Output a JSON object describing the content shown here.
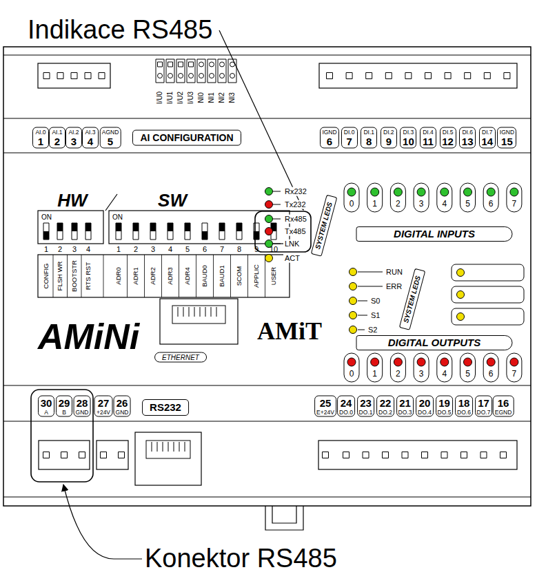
{
  "diagram": {
    "nodes": [
      {
        "text": [
          "AI.0",
          "1"
        ]
      },
      {
        "text": [
          "AI.1",
          "2"
        ]
      },
      {
        "text": [
          "AI.2",
          "3"
        ]
      },
      {
        "text": [
          "AI.3",
          "4"
        ]
      },
      {
        "text": [
          "AGND",
          "5"
        ]
      },
      {
        "text": [
          "AI CONFIGURATION"
        ]
      },
      {
        "text": [
          "IGND",
          "6"
        ]
      },
      {
        "text": [
          "DI.0",
          "7"
        ]
      },
      {
        "text": [
          "DI.1",
          "8"
        ]
      },
      {
        "text": [
          "DI.2",
          "9"
        ]
      },
      {
        "text": [
          "DI.3",
          "10"
        ]
      },
      {
        "text": [
          "DI.4",
          "11"
        ]
      },
      {
        "text": [
          "DI.5",
          "12"
        ]
      },
      {
        "text": [
          "DI.6",
          "13"
        ]
      },
      {
        "text": [
          "DI.7",
          "14"
        ]
      },
      {
        "text": [
          "IGND",
          "15"
        ]
      },
      {
        "text": [
          "SYSTEM LEDS"
        ]
      },
      {
        "text": [
          "DIGITAL INPUTS"
        ]
      },
      {
        "text": [
          "SYSTEM LEDS"
        ]
      },
      {
        "text": [
          "DIGITAL OUTPUTS"
        ]
      },
      {
        "text": [
          "ETHERNET"
        ]
      },
      {
        "text": [
          "30",
          "A"
        ]
      },
      {
        "text": [
          "29",
          "B"
        ]
      },
      {
        "text": [
          "28",
          "GND"
        ]
      },
      {
        "text": [
          "27",
          "+24V"
        ]
      },
      {
        "text": [
          "26",
          "GND"
        ]
      },
      {
        "text": [
          "RS232"
        ]
      },
      {
        "text": [
          "25",
          "E+24V"
        ]
      },
      {
        "text": [
          "24",
          "DO.0"
        ]
      },
      {
        "text": [
          "23",
          "DO.1"
        ]
      },
      {
        "text": [
          "22",
          "DO.2"
        ]
      },
      {
        "text": [
          "21",
          "DO.3"
        ]
      },
      {
        "text": [
          "20",
          "DO.4"
        ]
      },
      {
        "text": [
          "19",
          "DO.5"
        ]
      },
      {
        "text": [
          "18",
          "DO.6"
        ]
      },
      {
        "text": [
          "17",
          "DO.7"
        ]
      },
      {
        "text": [
          "16",
          "EGND"
        ]
      }
    ],
    "labels": [
      "Indikace RS485",
      "I/U0",
      "I/U1",
      "I/U2",
      "I/U3",
      "NI0",
      "NI1",
      "NI2",
      "NI3",
      "HW",
      "SW",
      "ON",
      "ON",
      "1",
      "2",
      "3",
      "4",
      "1",
      "2",
      "3",
      "4",
      "5",
      "6",
      "7",
      "8",
      "9",
      "10",
      "CONFIG",
      "FLSH WR",
      "BOOTSTR",
      "RTS RST",
      "ADR0",
      "ADR1",
      "ADR2",
      "ADR3",
      "ADR4",
      "BAUD0",
      "BAUD1",
      "SCOM",
      "APPLIC",
      "USER",
      "Rx232",
      "Tx232",
      "Rx485",
      "Tx485",
      "LNK",
      "ACT",
      "0",
      "1",
      "2",
      "3",
      "4",
      "5",
      "6",
      "7",
      "RUN",
      "ERR",
      "S0",
      "S1",
      "S2",
      "AMiNi",
      "AMiT",
      "0",
      "1",
      "2",
      "3",
      "4",
      "5",
      "6",
      "7",
      "Konektor RS485"
    ]
  }
}
